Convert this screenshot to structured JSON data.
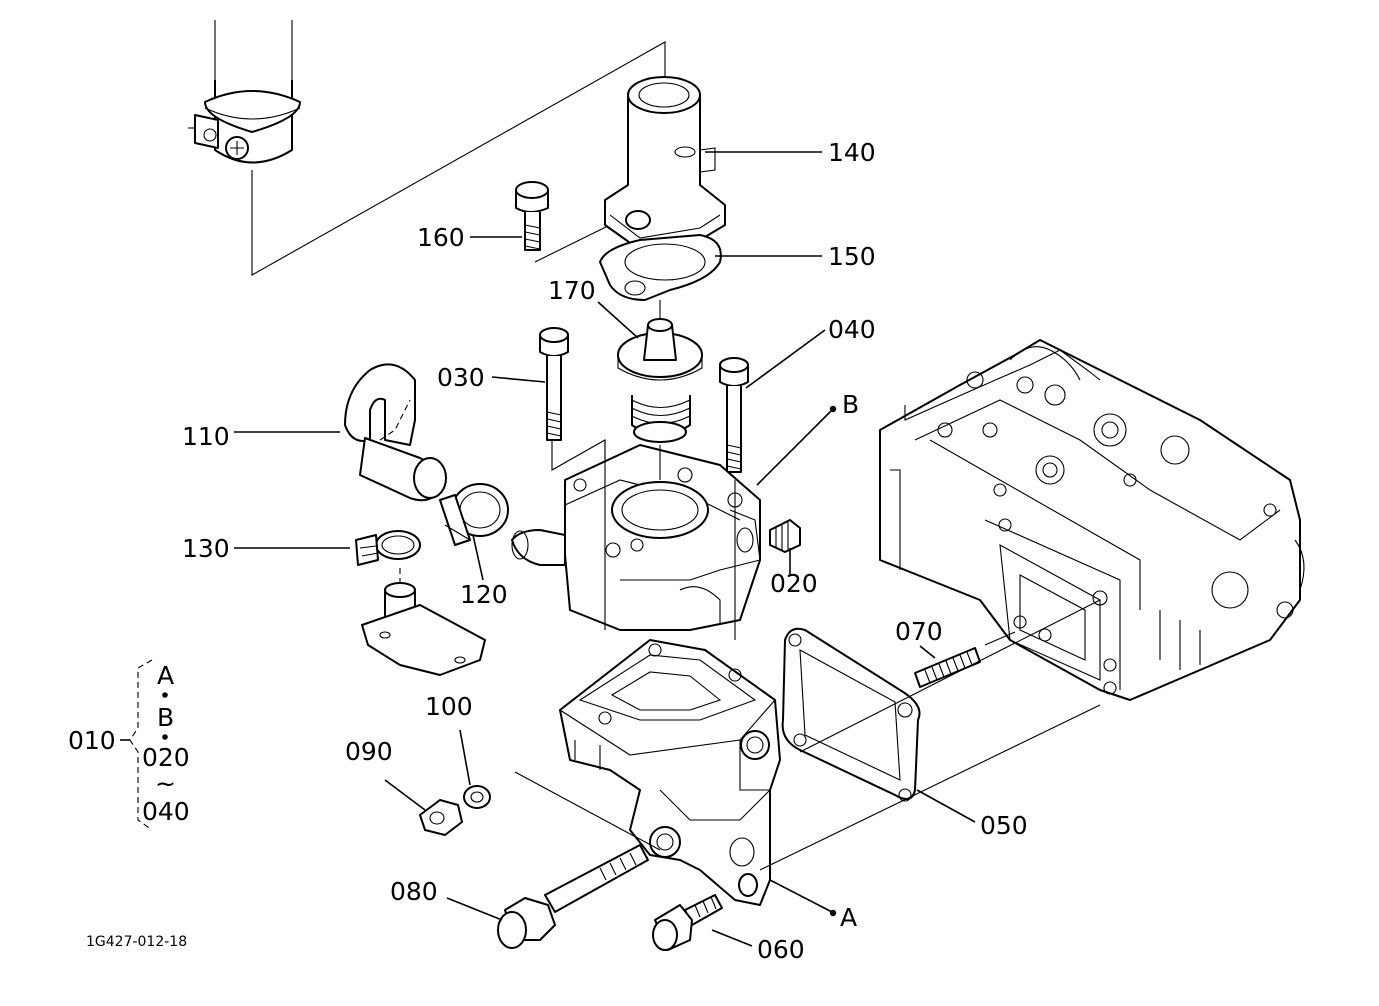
{
  "diagram": {
    "drawing_code": "1G427-012-18",
    "callouts": {
      "p140": "140",
      "p150": "150",
      "p160": "160",
      "p170": "170",
      "p040": "040",
      "p030": "030",
      "p110": "110",
      "p130": "130",
      "p120": "120",
      "p020": "020",
      "p070": "070",
      "p050": "050",
      "p100": "100",
      "p090": "090",
      "p080": "080",
      "p060": "060"
    },
    "refs": {
      "a": "A",
      "b": "B"
    },
    "assembly": {
      "label": "010",
      "line1": "A",
      "line2": "B",
      "line3": "020",
      "line4": "~",
      "line5": "040"
    }
  }
}
